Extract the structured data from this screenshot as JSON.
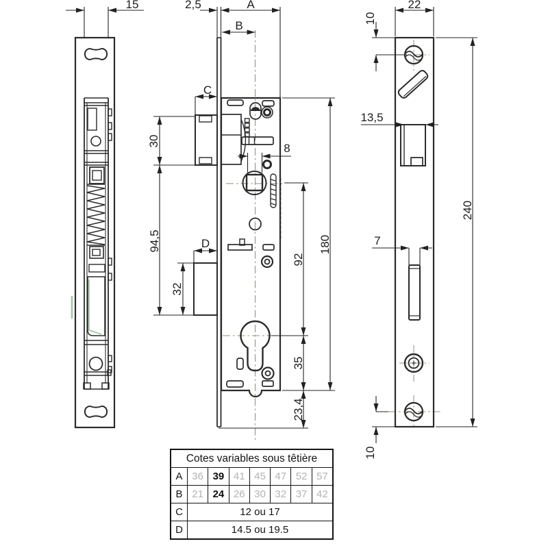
{
  "drawing": {
    "dims": {
      "side_width": "15",
      "faceplate_thickness": "2,5",
      "backset_total": "A",
      "backset": "B",
      "latch_protrusion": "C",
      "latch_block_height": "30",
      "body_span": "94,5",
      "bolt_protrusion": "D",
      "bolt_block_height": "32",
      "follower_square": "8",
      "axis_to_cylinder": "92",
      "case_height": "180",
      "cylinder_to_bottom": "35",
      "bottom_offset": "23,4",
      "plate_width": "22",
      "top_screw_offset": "10",
      "latch_cutout": "13,5",
      "bolt_cutout": "7",
      "plate_height": "240",
      "bottom_screw_offset": "10"
    }
  },
  "table": {
    "title": "Cotes variables sous têtière",
    "rows": [
      {
        "label": "A",
        "values": [
          "36",
          "39",
          "41",
          "45",
          "47",
          "52",
          "57"
        ],
        "selected_index": 1
      },
      {
        "label": "B",
        "values": [
          "21",
          "24",
          "26",
          "30",
          "32",
          "37",
          "42"
        ],
        "selected_index": 1
      },
      {
        "label": "C",
        "value": "12 ou 17"
      },
      {
        "label": "D",
        "value": "14.5 ou 19.5"
      }
    ]
  },
  "colors": {
    "line": "#2a2a2a",
    "dimension": "#222222",
    "centerline": "#8c8c78",
    "muted_value": "#b3b3b3",
    "selected_value": "#0d0d0d",
    "background": "#ffffff",
    "artifact_green": "#57a06b"
  }
}
